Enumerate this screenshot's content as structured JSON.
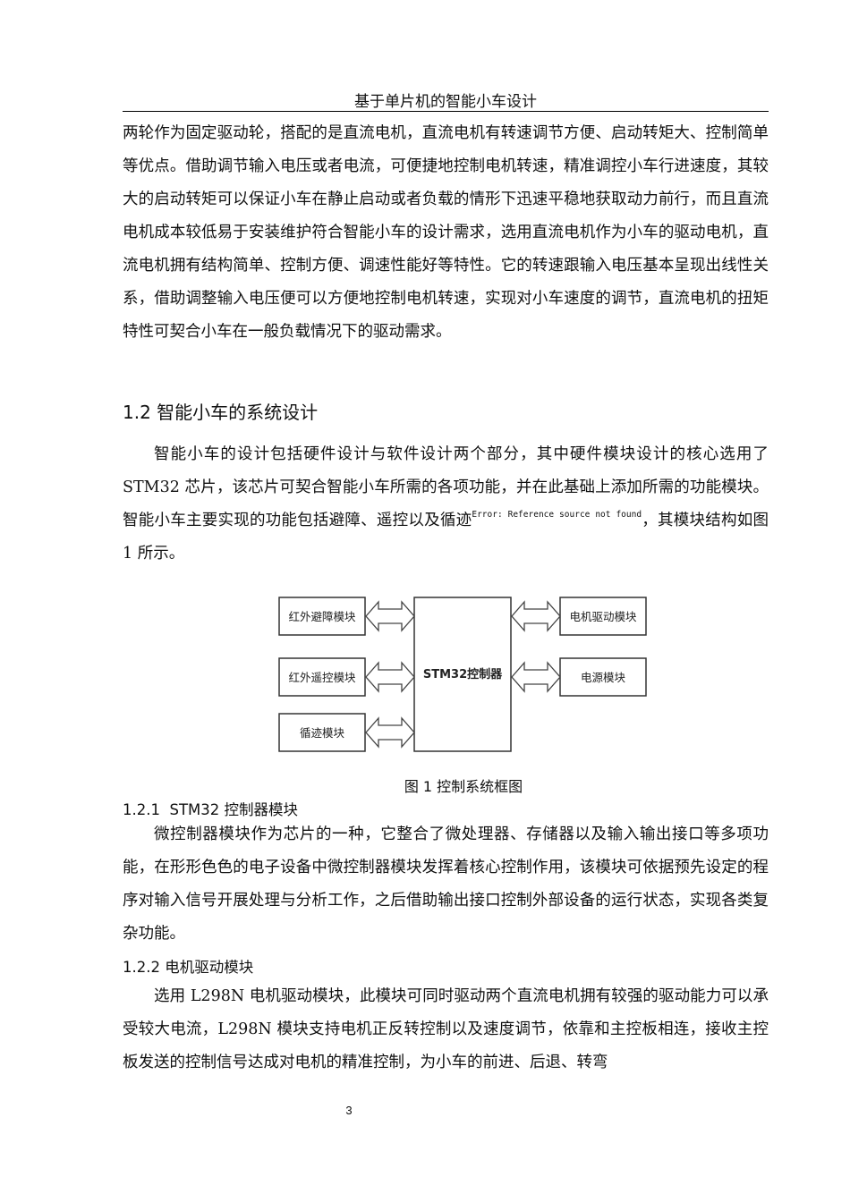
{
  "header": {
    "title": "基于单片机的智能小车设计"
  },
  "paragraphs": {
    "p1": "两轮作为固定驱动轮，搭配的是直流电机，直流电机有转速调节方便、启动转矩大、控制简单等优点。借助调节输入电压或者电流，可便捷地控制电机转速，精准调控小车行进速度，其较大的启动转矩可以保证小车在静止启动或者负载的情形下迅速平稳地获取动力前行，而且直流电机成本较低易于安装维护符合智能小车的设计需求，选用直流电机作为小车的驱动电机，直流电机拥有结构简单、控制方便、调速性能好等特性。它的转速跟输入电压基本呈现出线性关系，借助调整输入电压便可以方便地控制电机转速，实现对小车速度的调节，直流电机的扭矩特性可契合小车在一般负载情况下的驱动需求。",
    "p2_before_ref": "智能小车的设计包括硬件设计与软件设计两个部分，其中硬件模块设计的核心选用了 STM32 芯片，该芯片可契合智能小车所需的各项功能，并在此基础上添加所需的功能模块。智能小车主要实现的功能包括避障、遥控以及循迹",
    "p2_ref_error": "Error: Reference source not found",
    "p2_after_ref": "，其模块结构如图 1 所示。",
    "p3": "微控制器模块作为芯片的一种，它整合了微处理器、存储器以及输入输出接口等多项功能，在形形色色的电子设备中微控制器模块发挥着核心控制作用，该模块可依据预先设定的程序对输入信号开展处理与分析工作，之后借助输出接口控制外部设备的运行状态，实现各类复杂功能。",
    "p4": "选用 L298N 电机驱动模块，此模块可同时驱动两个直流电机拥有较强的驱动能力可以承受较大电流，L298N 模块支持电机正反转控制以及速度调节，依靠和主控板相连，接收主控板发送的控制信号达成对电机的精准控制，为小车的前进、后退、转弯"
  },
  "headings": {
    "h2": "1.2 智能小车的系统设计",
    "h3_1_num": "1.2.1",
    "h3_1_text": "STM32 控制器模块",
    "h3_2": "1.2.2 电机驱动模块"
  },
  "diagram": {
    "left_modules": [
      "红外避障模块",
      "红外遥控模块",
      "循迹模块"
    ],
    "center": "STM32控制器",
    "right_modules": [
      "电机驱动模块",
      "电源模块"
    ]
  },
  "figure": {
    "caption": "图 1  控制系统框图"
  },
  "footer": {
    "page_number": "3"
  }
}
